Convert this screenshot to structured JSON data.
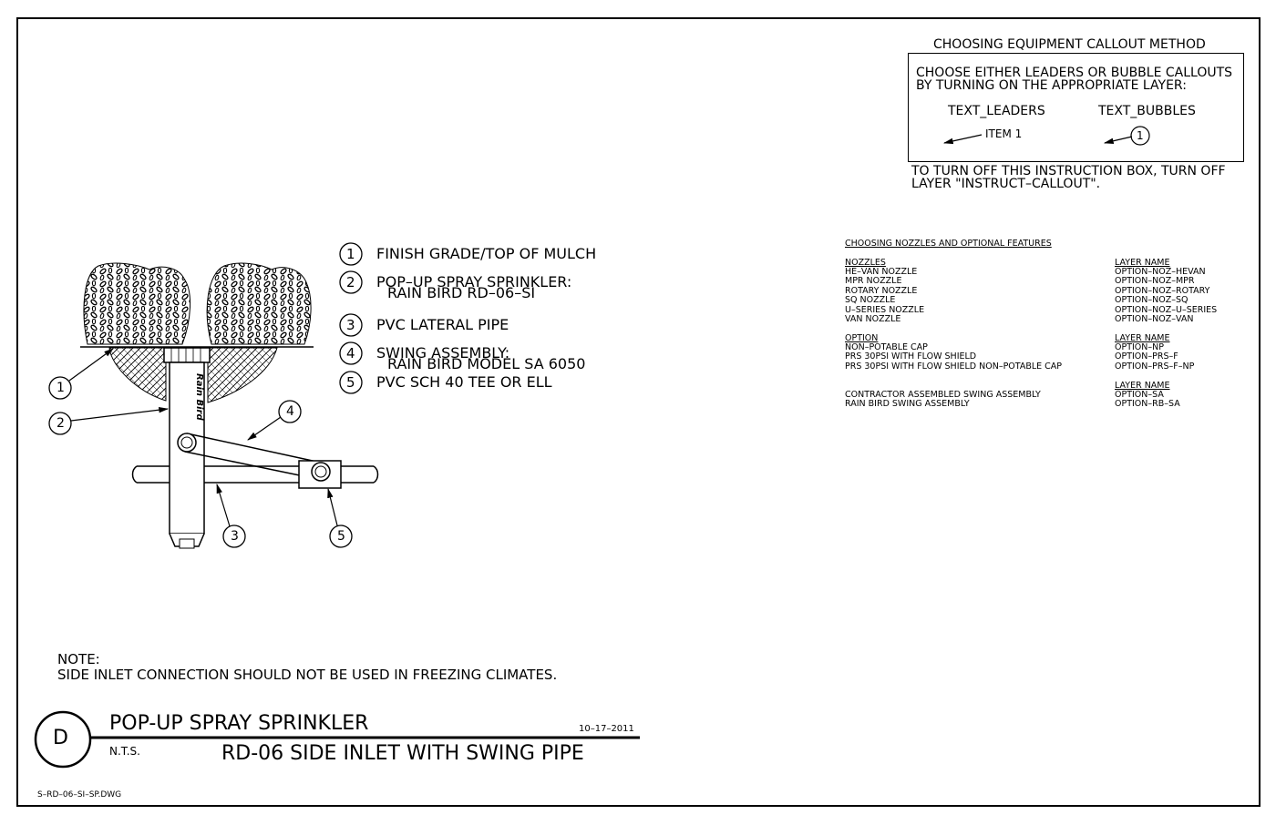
{
  "callout_box": {
    "title": "CHOOSING EQUIPMENT CALLOUT METHOD",
    "line1": "CHOOSE EITHER LEADERS OR BUBBLE CALLOUTS",
    "line2": "BY TURNING ON THE APPROPRIATE LAYER:",
    "col_leaders": "TEXT_LEADERS",
    "col_bubbles": "TEXT_BUBBLES",
    "leader_example": "ITEM 1",
    "bubble_example": "1",
    "turnoff1": "TO TURN OFF THIS INSTRUCTION BOX, TURN OFF",
    "turnoff2": "LAYER \"INSTRUCT–CALLOUT\"."
  },
  "nozzles": {
    "title": "CHOOSING NOZZLES AND OPTIONAL FEATURES",
    "hdr_nozzles": "NOZZLES",
    "hdr_layer": "LAYER NAME",
    "nozzle_rows": [
      {
        "name": "HE–VAN NOZZLE",
        "layer": "OPTION–NOZ–HEVAN"
      },
      {
        "name": "MPR NOZZLE",
        "layer": "OPTION–NOZ–MPR"
      },
      {
        "name": "ROTARY NOZZLE",
        "layer": "OPTION–NOZ–ROTARY"
      },
      {
        "name": "SQ NOZZLE",
        "layer": "OPTION–NOZ–SQ"
      },
      {
        "name": "U–SERIES NOZZLE",
        "layer": "OPTION–NOZ–U–SERIES"
      },
      {
        "name": "VAN NOZZLE",
        "layer": "OPTION–NOZ–VAN"
      }
    ],
    "hdr_option": "OPTION",
    "hdr_layer2": "LAYER NAME",
    "option_rows": [
      {
        "name": "NON–POTABLE CAP",
        "layer": "OPTION–NP"
      },
      {
        "name": "PRS 30PSI WITH FLOW SHIELD",
        "layer": "OPTION–PRS–F"
      },
      {
        "name": "PRS 30PSI WITH FLOW SHIELD NON–POTABLE CAP",
        "layer": "OPTION–PRS–F–NP"
      }
    ],
    "hdr_layer3": "LAYER NAME",
    "swing_rows": [
      {
        "name": "CONTRACTOR ASSEMBLED SWING ASSEMBLY",
        "layer": "OPTION–SA"
      },
      {
        "name": "RAIN BIRD SWING ASSEMBLY",
        "layer": "OPTION–RB–SA"
      }
    ]
  },
  "legend": [
    {
      "num": "1",
      "line1": "FINISH GRADE/TOP OF MULCH",
      "line2": ""
    },
    {
      "num": "2",
      "line1": "POP–UP SPRAY SPRINKLER:",
      "line2": "RAIN BIRD RD–06–SI"
    },
    {
      "num": "3",
      "line1": "PVC LATERAL PIPE",
      "line2": ""
    },
    {
      "num": "4",
      "line1": "SWING ASSEMBLY:",
      "line2": "RAIN BIRD MODEL SA 6050"
    },
    {
      "num": "5",
      "line1": "PVC SCH 40 TEE OR ELL",
      "line2": ""
    }
  ],
  "drawing": {
    "callouts": [
      "1",
      "2",
      "3",
      "4",
      "5"
    ],
    "brand_mark": "Rain Bird"
  },
  "note": {
    "label": "NOTE:",
    "text": "SIDE INLET CONNECTION SHOULD NOT BE USED IN FREEZING CLIMATES."
  },
  "title_block": {
    "letter": "D",
    "title1": "POP-UP SPRAY SPRINKLER",
    "date": "10–17–2011",
    "scale": "N.T.S.",
    "title2": "RD-06 SIDE INLET WITH SWING PIPE"
  },
  "file_name": "S–RD–06–SI–SP.DWG"
}
